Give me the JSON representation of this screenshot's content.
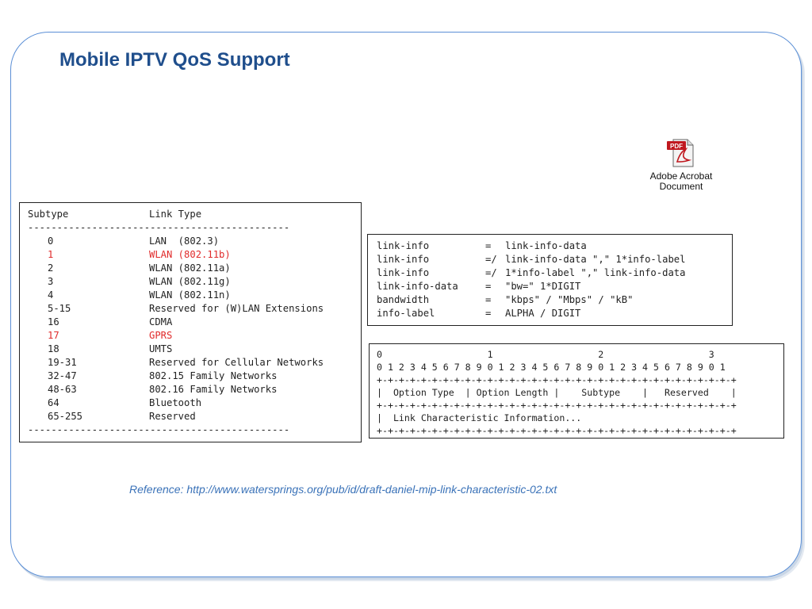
{
  "slide": {
    "title": "Mobile IPTV QoS Support",
    "attachment": {
      "label": "Adobe Acrobat\nDocument",
      "icon": "pdf-document-icon",
      "icon_text": "PDF"
    },
    "reference": "Reference: http://www.watersprings.org/pub/id/draft-daniel-mip-link-characteristic-02.txt"
  },
  "subtype_table": {
    "headers": [
      "Subtype",
      "Link Type"
    ],
    "rule": "---------------------------------------------",
    "rows": [
      {
        "subtype": "0",
        "link_type": "LAN  (802.3)",
        "highlight": false
      },
      {
        "subtype": "1",
        "link_type": "WLAN (802.11b)",
        "highlight": true
      },
      {
        "subtype": "2",
        "link_type": "WLAN (802.11a)",
        "highlight": false
      },
      {
        "subtype": "3",
        "link_type": "WLAN (802.11g)",
        "highlight": false
      },
      {
        "subtype": "4",
        "link_type": "WLAN (802.11n)",
        "highlight": false
      },
      {
        "subtype": "5-15",
        "link_type": "Reserved for (W)LAN Extensions",
        "highlight": false
      },
      {
        "subtype": "16",
        "link_type": "CDMA",
        "highlight": false
      },
      {
        "subtype": "17",
        "link_type": "GPRS",
        "highlight": true
      },
      {
        "subtype": "18",
        "link_type": "UMTS",
        "highlight": false
      },
      {
        "subtype": "19-31",
        "link_type": "Reserved for Cellular Networks",
        "highlight": false
      },
      {
        "subtype": "32-47",
        "link_type": "802.15 Family Networks",
        "highlight": false
      },
      {
        "subtype": "48-63",
        "link_type": "802.16 Family Networks",
        "highlight": false
      },
      {
        "subtype": "64",
        "link_type": "Bluetooth",
        "highlight": false
      },
      {
        "subtype": "65-255",
        "link_type": "Reserved",
        "highlight": false
      }
    ],
    "highlight_color": "#e02b2b"
  },
  "abnf": {
    "rows": [
      {
        "name": "link-info",
        "op": "=",
        "def": "link-info-data"
      },
      {
        "name": "link-info",
        "op": "=/",
        "def": "link-info-data \",\" 1*info-label"
      },
      {
        "name": "link-info",
        "op": "=/",
        "def": "1*info-label \",\" link-info-data"
      },
      {
        "name": "link-info-data",
        "op": "=",
        "def": "\"bw=\" 1*DIGIT"
      },
      {
        "name": "bandwidth",
        "op": "=",
        "def": "\"kbps\" / \"Mbps\" / \"kB\""
      },
      {
        "name": "info-label",
        "op": "=",
        "def": "ALPHA / DIGIT"
      }
    ]
  },
  "packet_format": {
    "lines": [
      "0                   1                   2                   3",
      "0 1 2 3 4 5 6 7 8 9 0 1 2 3 4 5 6 7 8 9 0 1 2 3 4 5 6 7 8 9 0 1",
      "+-+-+-+-+-+-+-+-+-+-+-+-+-+-+-+-+-+-+-+-+-+-+-+-+-+-+-+-+-+-+-+-+",
      "|  Option Type  | Option Length |    Subtype    |   Reserved    |",
      "+-+-+-+-+-+-+-+-+-+-+-+-+-+-+-+-+-+-+-+-+-+-+-+-+-+-+-+-+-+-+-+-+",
      "|  Link Characteristic Information...",
      "+-+-+-+-+-+-+-+-+-+-+-+-+-+-+-+-+-+-+-+-+-+-+-+-+-+-+-+-+-+-+-+-+"
    ]
  },
  "colors": {
    "title": "#1f4e8c",
    "frame": "#5b8fd6",
    "reference": "#3a72b8"
  }
}
